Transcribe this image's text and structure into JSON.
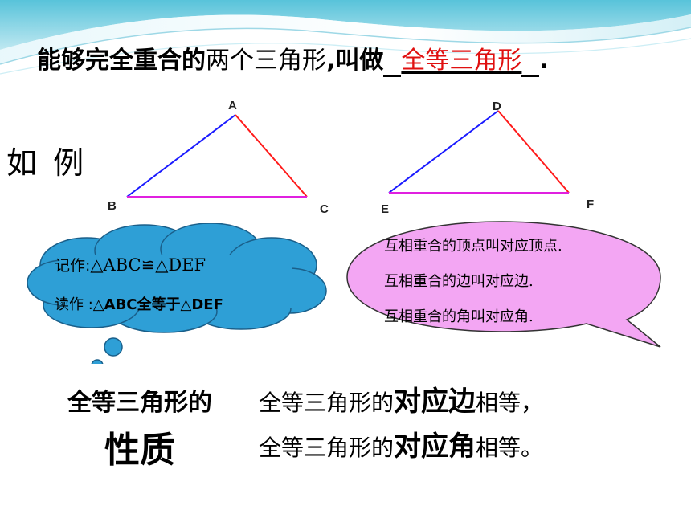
{
  "title": {
    "bold_part": "能够完全重合的",
    "normal_part": "两个三角形",
    "bold_comma": ",叫做",
    "answer": "全等三角形",
    "end": "."
  },
  "example_label": "如 例",
  "triangle_abc": {
    "vertices": {
      "a": "A",
      "b": "B",
      "c": "C"
    }
  },
  "triangle_def": {
    "vertices": {
      "d": "D",
      "e": "E",
      "f": "F"
    }
  },
  "cloud": {
    "line1_prefix": "记作:",
    "line1_notation": "△ABC≌△DEF",
    "line2_prefix": "读作 :",
    "line2_notation": "△ABC全等于△DEF",
    "color": "#2e9fd6"
  },
  "bubble": {
    "lines": [
      "互相重合的顶点叫对应顶点.",
      "互相重合的边叫对应边.",
      "互相重合的角叫对应角."
    ],
    "color": "#f3a6f3"
  },
  "properties": {
    "heading_line1": "全等三角形的",
    "heading_line2": "性质",
    "line1": {
      "prefix": "全等三角形的",
      "emphasis": "对应边",
      "suffix": "相等，"
    },
    "line2": {
      "prefix": "全等三角形的",
      "emphasis": "对应角",
      "suffix": "相等。"
    }
  },
  "colors": {
    "red": "#ff1a1a",
    "blue": "#1a1aff",
    "magenta": "#e020e0",
    "answer_red": "#e01010"
  }
}
